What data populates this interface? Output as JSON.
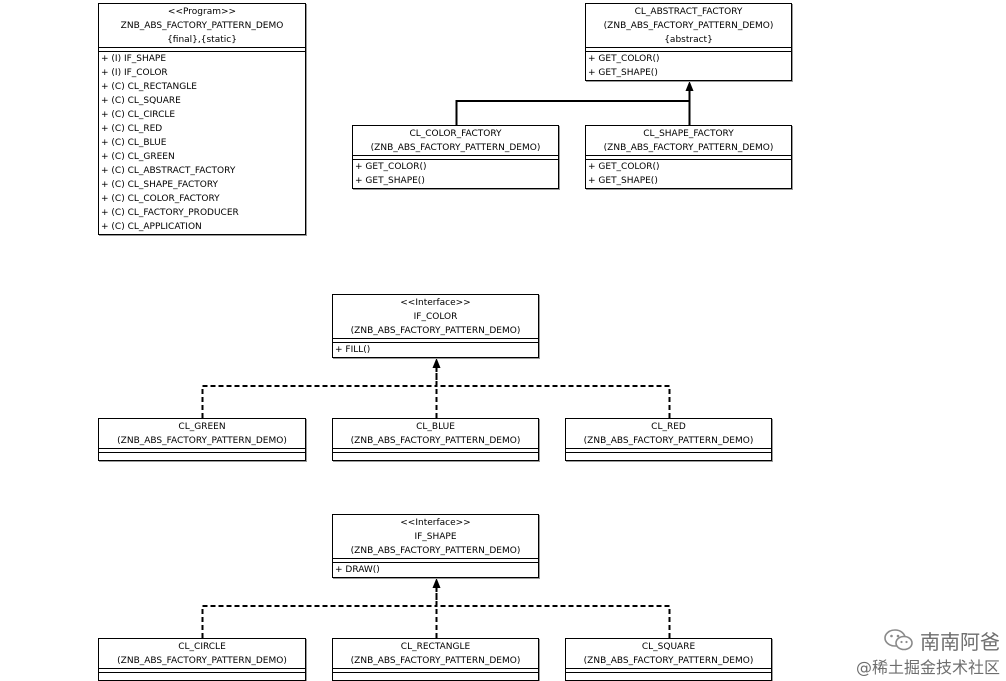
{
  "diagram": {
    "classes": [
      {
        "id": "program",
        "lines": [
          "<<Program>>",
          "ZNB_ABS_FACTORY_PATTERN_DEMO",
          "{final},{static}"
        ],
        "members": [
          "+ (I) IF_SHAPE",
          "+ (I) IF_COLOR",
          "+ (C) CL_RECTANGLE",
          "+ (C) CL_SQUARE",
          "+ (C) CL_CIRCLE",
          "+ (C) CL_RED",
          "+ (C) CL_BLUE",
          "+ (C) CL_GREEN",
          "+ (C) CL_ABSTRACT_FACTORY",
          "+ (C) CL_SHAPE_FACTORY",
          "+ (C) CL_COLOR_FACTORY",
          "+ (C) CL_FACTORY_PRODUCER",
          "+ (C) CL_APPLICATION"
        ]
      },
      {
        "id": "abstract-factory",
        "lines": [
          "CL_ABSTRACT_FACTORY",
          "(ZNB_ABS_FACTORY_PATTERN_DEMO)",
          "{abstract}"
        ],
        "members": [
          "+ GET_COLOR()",
          "+ GET_SHAPE()"
        ]
      },
      {
        "id": "color-factory",
        "lines": [
          "CL_COLOR_FACTORY",
          "(ZNB_ABS_FACTORY_PATTERN_DEMO)"
        ],
        "members": [
          "+ GET_COLOR()",
          "+ GET_SHAPE()"
        ]
      },
      {
        "id": "shape-factory",
        "lines": [
          "CL_SHAPE_FACTORY",
          "(ZNB_ABS_FACTORY_PATTERN_DEMO)"
        ],
        "members": [
          "+ GET_COLOR()",
          "+ GET_SHAPE()"
        ]
      },
      {
        "id": "if-color",
        "lines": [
          "<<Interface>>",
          "IF_COLOR",
          "(ZNB_ABS_FACTORY_PATTERN_DEMO)"
        ],
        "members": [
          "+ FILL()"
        ]
      },
      {
        "id": "green",
        "lines": [
          "CL_GREEN",
          "(ZNB_ABS_FACTORY_PATTERN_DEMO)"
        ],
        "members": []
      },
      {
        "id": "blue",
        "lines": [
          "CL_BLUE",
          "(ZNB_ABS_FACTORY_PATTERN_DEMO)"
        ],
        "members": []
      },
      {
        "id": "red",
        "lines": [
          "CL_RED",
          "(ZNB_ABS_FACTORY_PATTERN_DEMO)"
        ],
        "members": []
      },
      {
        "id": "if-shape",
        "lines": [
          "<<Interface>>",
          "IF_SHAPE",
          "(ZNB_ABS_FACTORY_PATTERN_DEMO)"
        ],
        "members": [
          "+ DRAW()"
        ]
      },
      {
        "id": "circle",
        "lines": [
          "CL_CIRCLE",
          "(ZNB_ABS_FACTORY_PATTERN_DEMO)"
        ],
        "members": []
      },
      {
        "id": "rectangle",
        "lines": [
          "CL_RECTANGLE",
          "(ZNB_ABS_FACTORY_PATTERN_DEMO)"
        ],
        "members": []
      },
      {
        "id": "square",
        "lines": [
          "CL_SQUARE",
          "(ZNB_ABS_FACTORY_PATTERN_DEMO)"
        ],
        "members": []
      }
    ],
    "relations": [
      {
        "from": "color-factory",
        "to": "abstract-factory",
        "kind": "inheritance"
      },
      {
        "from": "shape-factory",
        "to": "abstract-factory",
        "kind": "inheritance"
      },
      {
        "from": "green",
        "to": "if-color",
        "kind": "implementation"
      },
      {
        "from": "blue",
        "to": "if-color",
        "kind": "implementation"
      },
      {
        "from": "red",
        "to": "if-color",
        "kind": "implementation"
      },
      {
        "from": "circle",
        "to": "if-shape",
        "kind": "implementation"
      },
      {
        "from": "rectangle",
        "to": "if-shape",
        "kind": "implementation"
      },
      {
        "from": "square",
        "to": "if-shape",
        "kind": "implementation"
      }
    ]
  },
  "watermark": {
    "name": "南南阿爸",
    "site": "@稀土掘金技术社区",
    "logo_icon": "wechat-icon"
  },
  "colors": {
    "line": "#000000",
    "shadow": "#9a9a9a",
    "watermark": "#6e6e6e"
  }
}
